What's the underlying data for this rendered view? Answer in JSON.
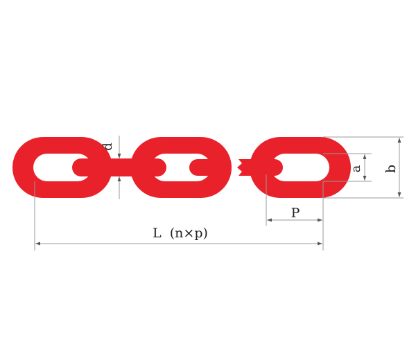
{
  "labels": {
    "d": "d",
    "a": "a",
    "b": "b",
    "p": "P",
    "l": "L  (n×p)"
  },
  "colors": {
    "chain": "#e8212b",
    "dimension": "#9a9a9a",
    "text": "#222222"
  }
}
